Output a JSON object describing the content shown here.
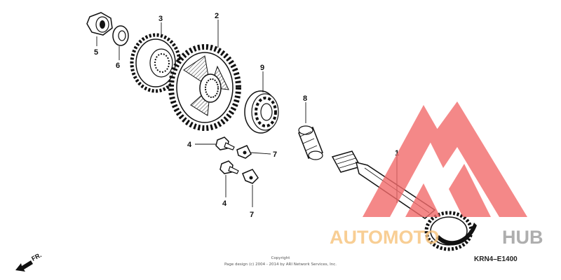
{
  "diagram": {
    "diagram_code": "KRN4–E1400",
    "copyright_line1": "Copyright",
    "copyright_line2": "Page design (c) 2004 - 2014 by ARI Network Services, Inc.",
    "front_indicator": "FR.",
    "callouts": {
      "c1": "1",
      "c2": "2",
      "c3": "3",
      "c4a": "4",
      "c4b": "4",
      "c5": "5",
      "c6": "6",
      "c7a": "7",
      "c7b": "7",
      "c8": "8",
      "c9": "9"
    }
  },
  "watermark": {
    "brand_auto": "AUTOMOTO",
    "brand_hub": "HUB",
    "colors": {
      "logo_red": "#f26b6b",
      "auto_orange": "#f7c27a",
      "hub_gray": "#9a9a9a"
    }
  }
}
